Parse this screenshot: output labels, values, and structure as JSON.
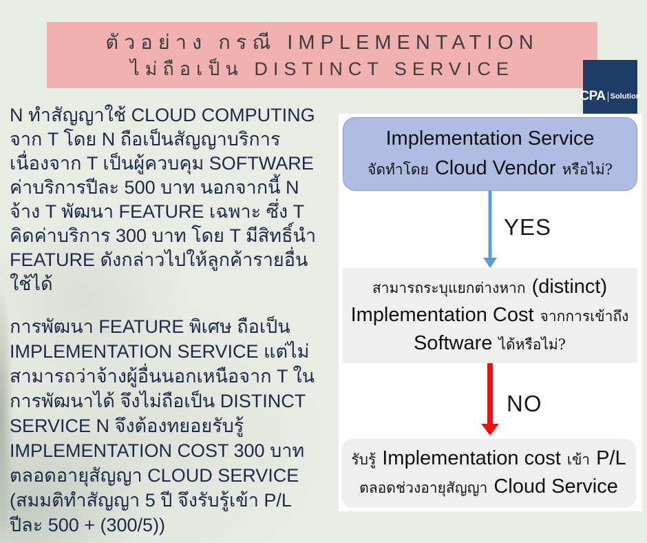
{
  "slide": {
    "title": {
      "line1": "ตัวอย่าง กรณี IMPLEMENTATION",
      "line2": "ไม่ถือเป็น DISTINCT SERVICE"
    },
    "logo": {
      "cpa": "CPA",
      "solution": "Solution"
    },
    "body_text": {
      "para1": "N ทำสัญญาใช้ CLOUD COMPUTING\nจาก T โดย N ถือเป็นสัญญาบริการ\nเนื่องจาก T เป็นผู้ควบคุม SOFTWARE\nค่าบริการปีละ 500 บาท นอกจากนี้ N\nจ้าง T พัฒนา FEATURE เฉพาะ ซึ่ง T\nคิดค่าบริการ 300 บาท โดย T มีสิทธิ์นำ\nFEATURE ดังกล่าวไปให้ลูกค้ารายอื่น\nใช้ได้",
      "para2": "การพัฒนา FEATURE พิเศษ ถือเป็น\nIMPLEMENTATION SERVICE แต่ไม่\nสามารถว่าจ้างผู้อื่นนอกเหนือจาก T ใน\nการพัฒนาได้ จึงไม่ถือเป็น DISTINCT\nSERVICE N จึงต้องทยอยรับรู้\nIMPLEMENTATION COST 300 บาท\nตลอดอายุสัญญา CLOUD SERVICE\n(สมมติทำสัญญา 5 ปี จึงรับรู้เข้า P/L\nปีละ 500 + (300/5))"
    },
    "flowchart": {
      "box1": {
        "line1": "Implementation Service",
        "line2_th1": "จัดทำโดย",
        "line2_en": "Cloud Vendor",
        "line2_th2": "หรือไม่?"
      },
      "yes_label": "YES",
      "box2": {
        "line1_th": "สามารถระบุแยกต่างหาก",
        "line1_en": "(distinct)",
        "line2_en": "Implementation Cost",
        "line2_th": "จากการเข้าถึง",
        "line3_en": "Software",
        "line3_th": "ได้หรือไม่?"
      },
      "no_label": "NO",
      "box3": {
        "line1_th1": "รับรู้",
        "line1_en1": "Implementation cost",
        "line1_th2": "เข้า",
        "line1_en2": "P/L",
        "line2_th": "ตลอดช่วงอายุสัญญา",
        "line2_en": "Cloud Service"
      }
    },
    "colors": {
      "banner_pink": "#f2b1b1",
      "logo_navy": "#1d3c66",
      "box_blue": "#afbde2",
      "box_gray": "#efefef",
      "arrow_blue": "#5b9bd5",
      "arrow_red": "#f01010",
      "text_navy": "#1c2b45"
    }
  }
}
